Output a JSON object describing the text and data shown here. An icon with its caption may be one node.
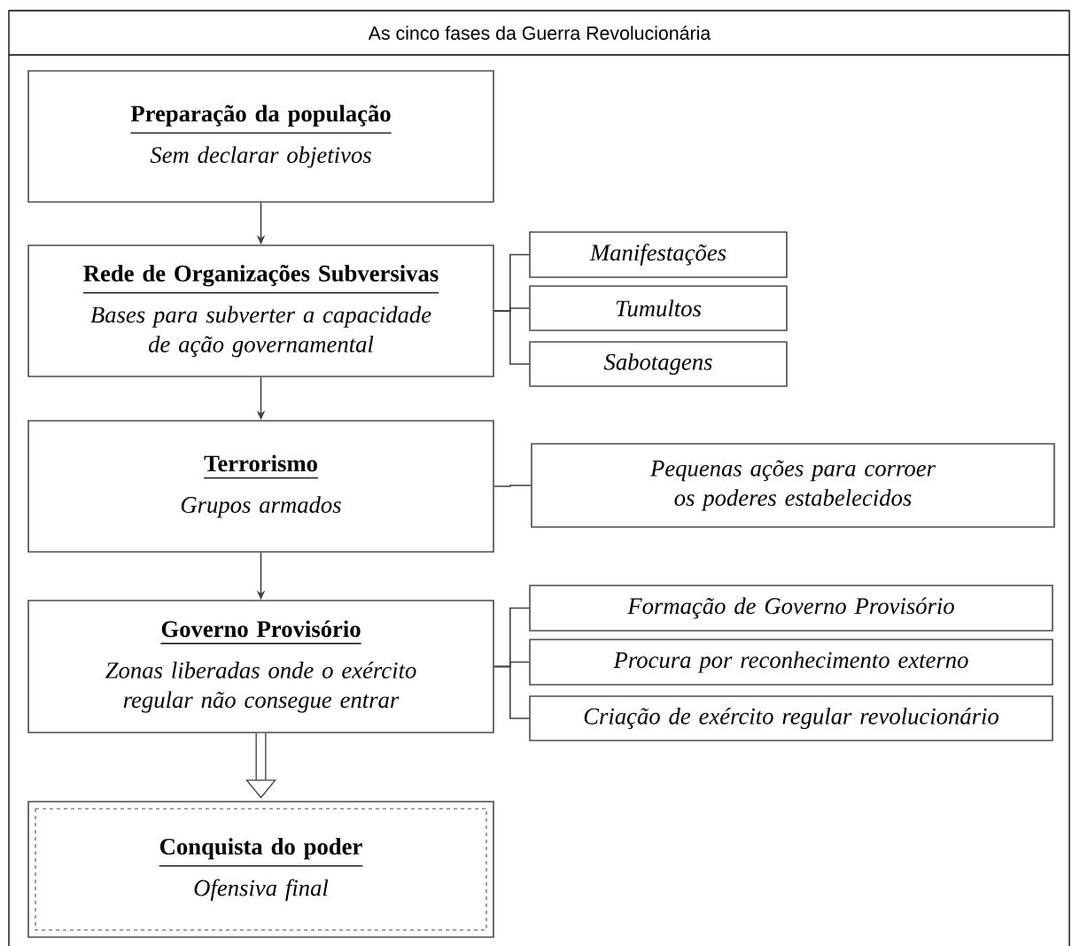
{
  "diagram": {
    "title": "As cinco fases da Guerra Revolucionária",
    "nodes": [
      {
        "text": [
          "Preparação da população",
          "Sem declarar objetivos"
        ]
      },
      {
        "text": [
          "Rede de Organizações Subversivas",
          "Bases para subverter a capacidade de ação governamental"
        ]
      },
      {
        "text": [
          "Manifestações"
        ]
      },
      {
        "text": [
          "Tumultos"
        ]
      },
      {
        "text": [
          "Sabotagens"
        ]
      },
      {
        "text": [
          "Terrorismo",
          "Grupos armados"
        ]
      },
      {
        "text": [
          "Pequenas ações para corroer os poderes estabelecidos"
        ]
      },
      {
        "text": [
          "Governo Provisório",
          "Zonas liberadas onde o exército regular não consegue entrar"
        ]
      },
      {
        "text": [
          "Formação de Governo Provisório"
        ]
      },
      {
        "text": [
          "Procura por reconhecimento externo"
        ]
      },
      {
        "text": [
          "Criação de exército regular revolucionário"
        ]
      },
      {
        "text": [
          "Conquista do poder",
          "Ofensiva final"
        ]
      }
    ],
    "edges": [
      {
        "from": 0,
        "to": 1,
        "arrow": "to"
      },
      {
        "from": 1,
        "to": 2,
        "arrow": "none"
      },
      {
        "from": 1,
        "to": 3,
        "arrow": "none"
      },
      {
        "from": 1,
        "to": 4,
        "arrow": "none"
      },
      {
        "from": 1,
        "to": 5,
        "arrow": "to"
      },
      {
        "from": 5,
        "to": 6,
        "arrow": "none"
      },
      {
        "from": 5,
        "to": 7,
        "arrow": "to"
      },
      {
        "from": 7,
        "to": 8,
        "arrow": "none"
      },
      {
        "from": 7,
        "to": 9,
        "arrow": "none"
      },
      {
        "from": 7,
        "to": 10,
        "arrow": "none"
      },
      {
        "from": 7,
        "to": 11,
        "arrow": "to",
        "style": "thick"
      }
    ]
  }
}
